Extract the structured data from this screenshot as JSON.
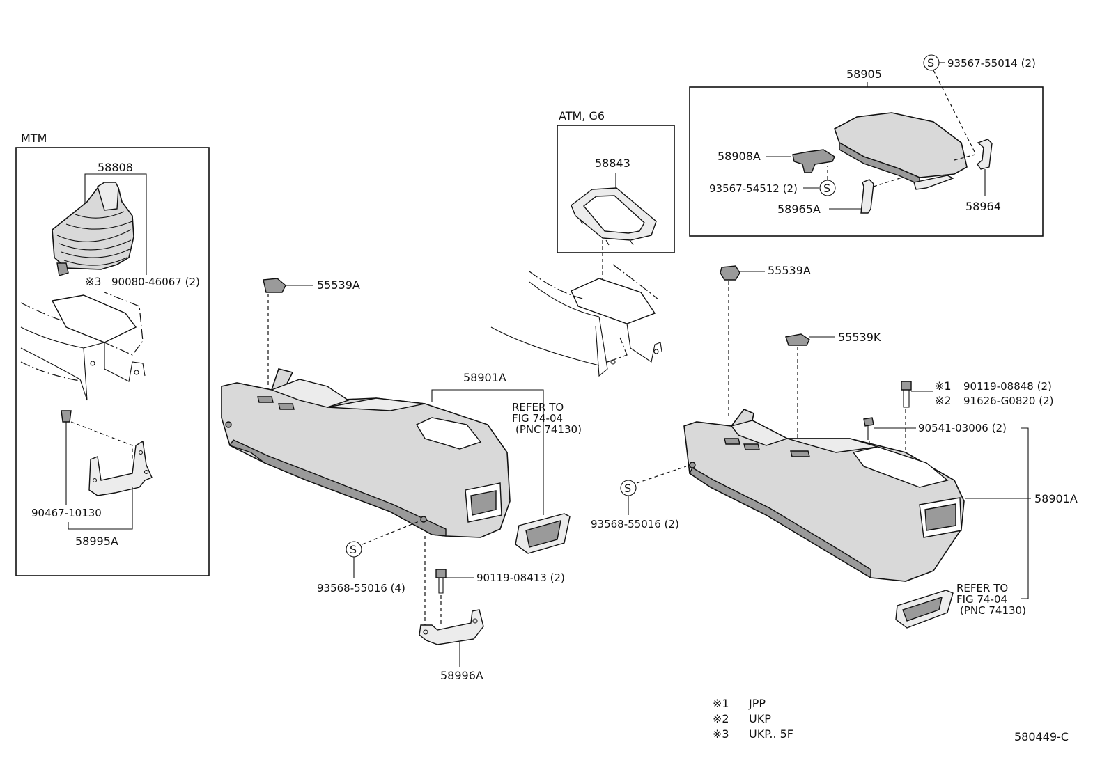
{
  "boxes": {
    "mtm_title": "MTM",
    "atm_title": "ATM, G6"
  },
  "labels": {
    "p58808": "58808",
    "p90080": "90080-46067 (2)",
    "mark3": "※3",
    "p90467": "90467-10130",
    "p58995A": "58995A",
    "p55539A_left": "55539A",
    "p58901A_left": "58901A",
    "refer_left_1": "REFER TO",
    "refer_left_2": "FIG 74-04",
    "refer_left_3": "(PNC 74130)",
    "p93568_left": "93568-55016 (4)",
    "p90119_08413": "90119-08413 (2)",
    "p58996A": "58996A",
    "p58843": "58843",
    "p58905": "58905",
    "p93567_55014": "93567-55014 (2)",
    "p58908A": "58908A",
    "p93567_54512": "93567-54512 (2)",
    "p58965A": "58965A",
    "p58964": "58964",
    "p55539A_right": "55539A",
    "p55539K": "55539K",
    "mark1": "※1",
    "p90119_08848": "90119-08848 (2)",
    "mark2": "※2",
    "p91626": "91626-G0820 (2)",
    "p90541": "90541-03006 (2)",
    "p93568_right": "93568-55016 (2)",
    "p58901A_right": "58901A",
    "refer_right_1": "REFER TO",
    "refer_right_2": "FIG 74-04",
    "refer_right_3": "(PNC 74130)",
    "s_symbol": "S"
  },
  "legend": [
    {
      "mark": "※1",
      "text": "JPP"
    },
    {
      "mark": "※2",
      "text": "UKP"
    },
    {
      "mark": "※3",
      "text": "UKP.. 5F"
    }
  ],
  "figure_code": "580449-C"
}
